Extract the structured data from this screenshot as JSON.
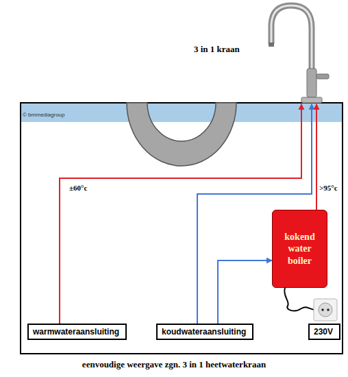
{
  "diagram": {
    "caption": "eenvoudige weergave zgn. 3 in 1 heetwaterkraan",
    "nodes": [
      {
        "text": [
          "3 in 1 kraan"
        ]
      },
      {
        "text": [
          "kokend water boiler"
        ]
      },
      {
        "text": [
          "warmwateraansluiting"
        ]
      },
      {
        "text": [
          "koudwateraansluiting"
        ]
      },
      {
        "text": [
          "230V"
        ]
      }
    ],
    "edges": [
      {
        "from": 2,
        "to": 0,
        "arrow": "to",
        "label": "±60°c"
      },
      {
        "from": 3,
        "to": 0,
        "arrow": "to"
      },
      {
        "from": 3,
        "to": 1,
        "arrow": "to"
      },
      {
        "from": 1,
        "to": 0,
        "arrow": "to",
        "label": ">95°c"
      }
    ],
    "labels": [
      "© bmmediagroup"
    ]
  }
}
